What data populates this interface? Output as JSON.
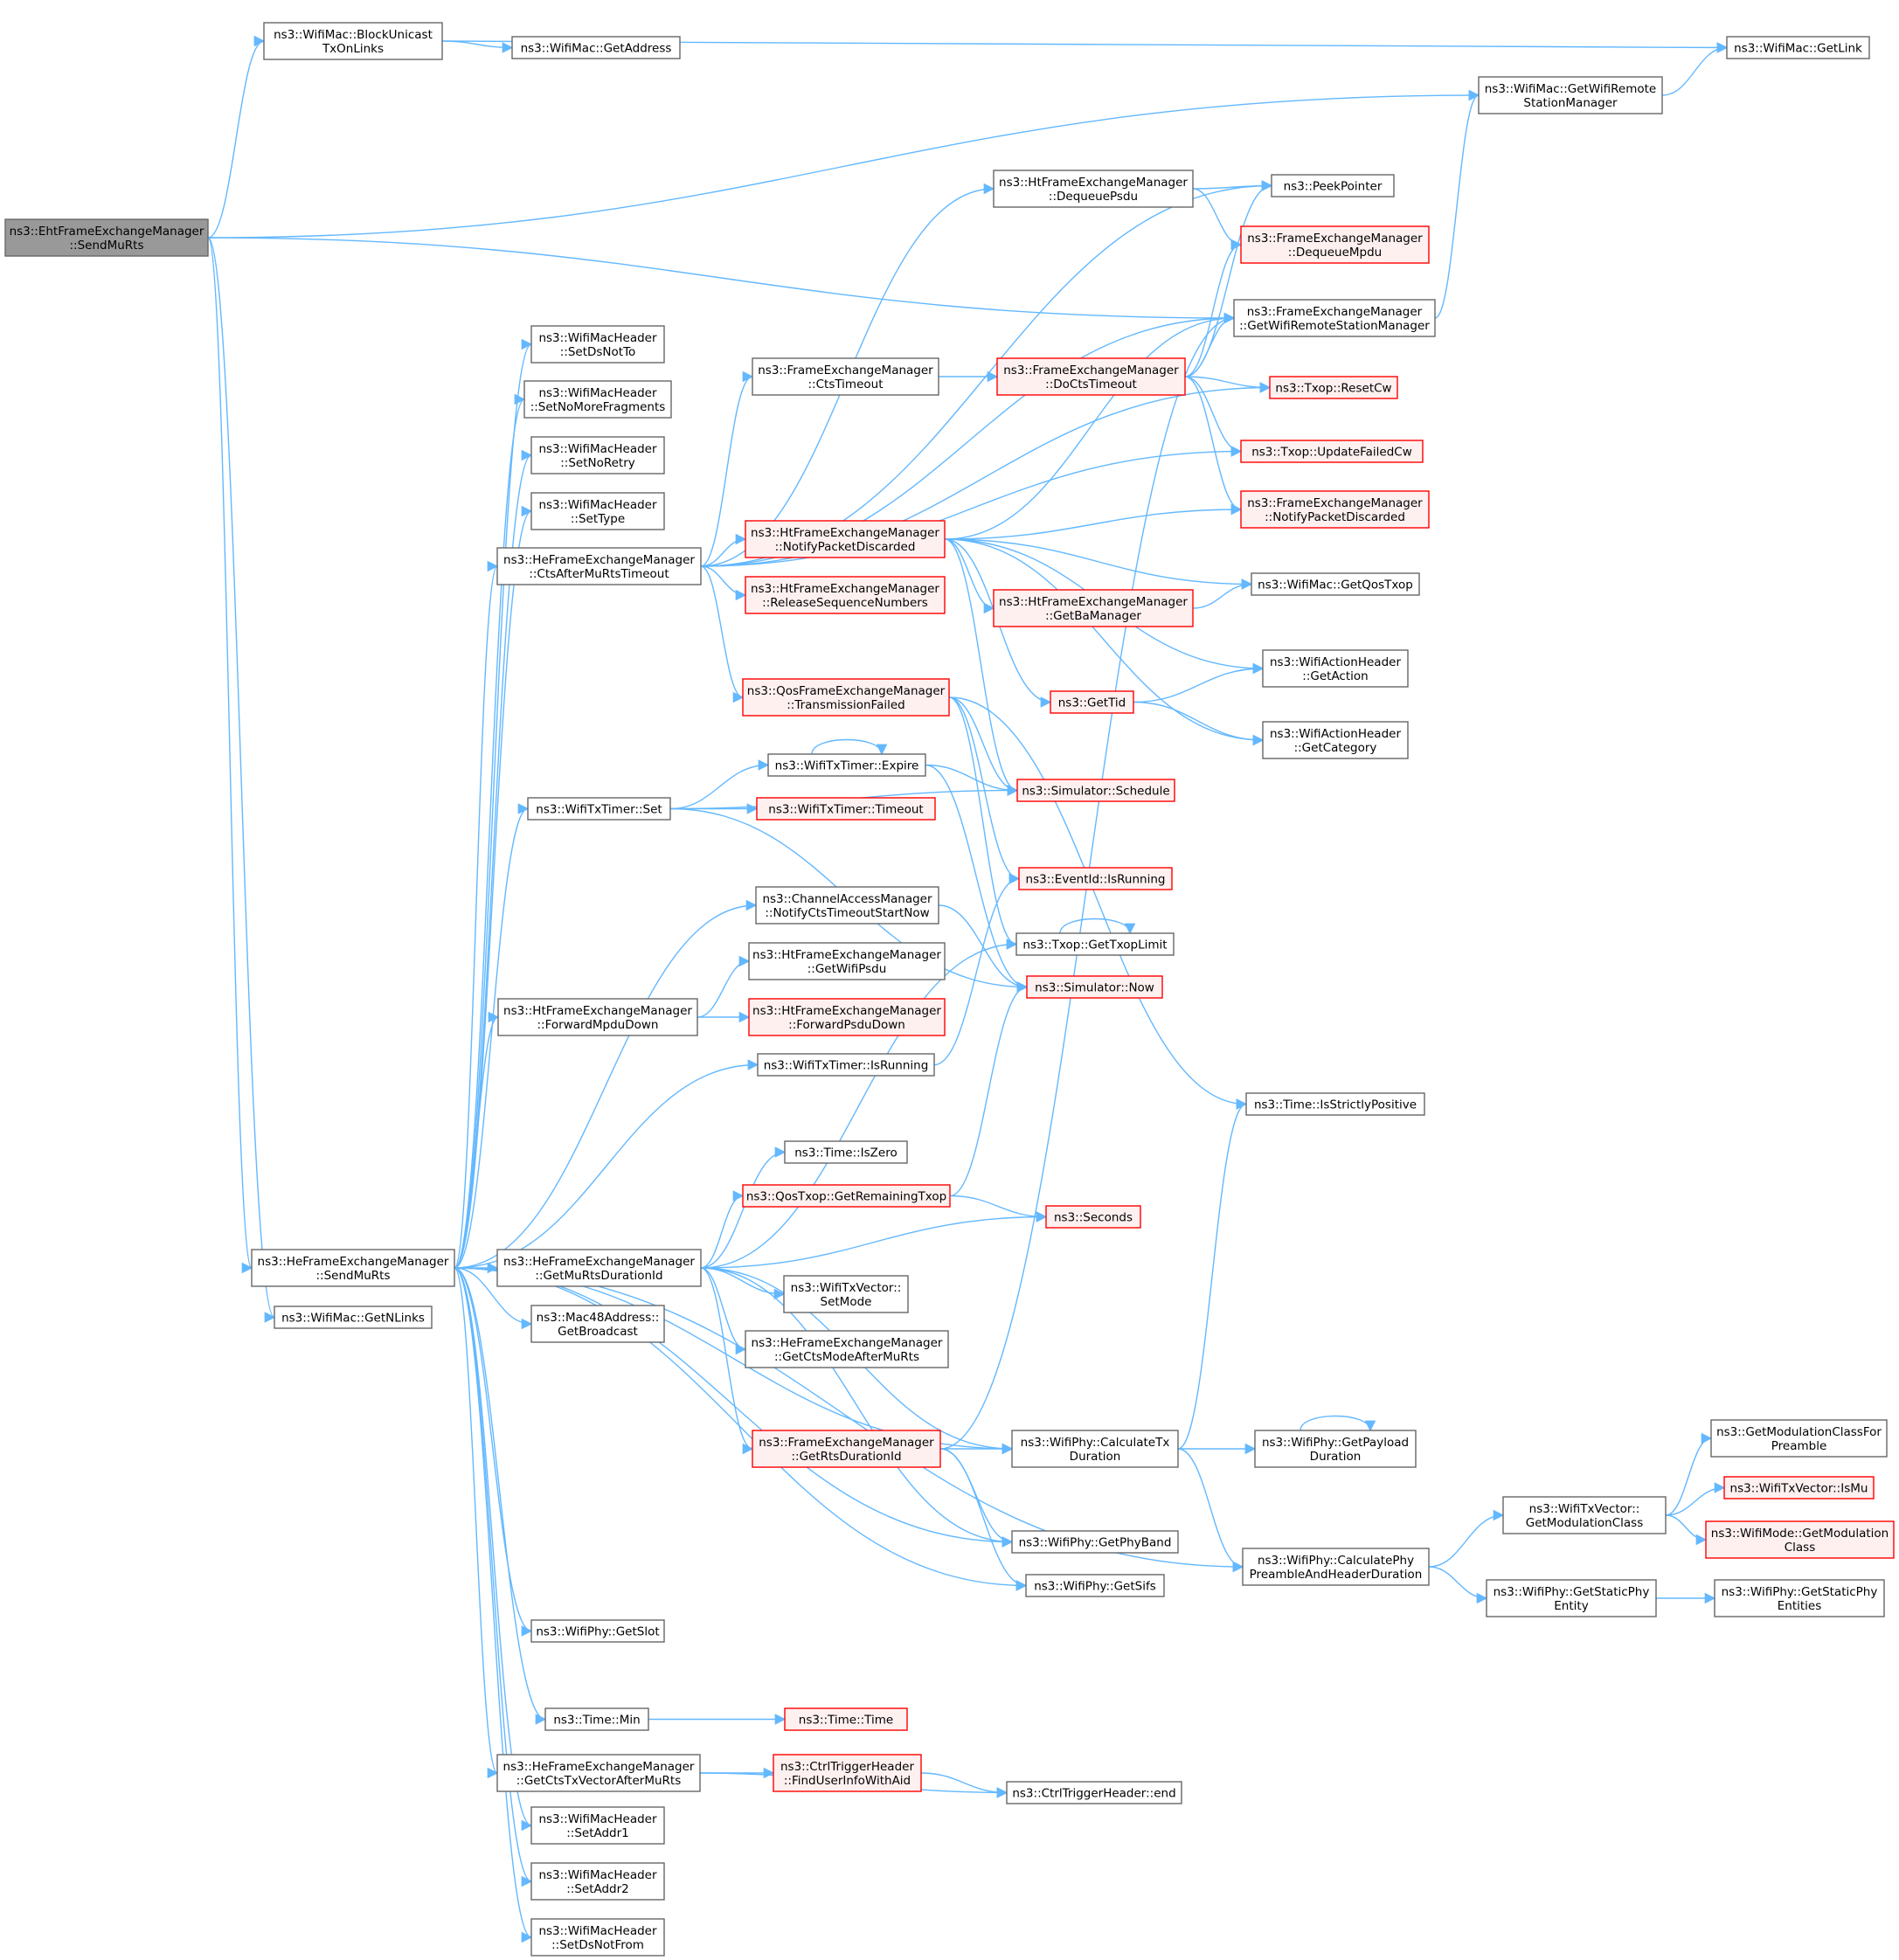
{
  "colors": {
    "root_fill": "#999999",
    "node_fill": "#ffffff",
    "node_stroke": "#666666",
    "truncated_fill": "#fff0f0",
    "truncated_stroke": "#ff0000",
    "edge": "#63b8ff"
  },
  "nodes": [
    {
      "id": "root",
      "lines": [
        "ns3::EhtFrameExchangeManager",
        "::SendMuRts"
      ],
      "style": "root"
    },
    {
      "id": "blockUnicast",
      "lines": [
        "ns3::WifiMac::BlockUnicast",
        "TxOnLinks"
      ],
      "style": "normal"
    },
    {
      "id": "getAddress",
      "lines": [
        "ns3::WifiMac::GetAddress"
      ],
      "style": "normal"
    },
    {
      "id": "getLink",
      "lines": [
        "ns3::WifiMac::GetLink"
      ],
      "style": "normal"
    },
    {
      "id": "macGetRsm",
      "lines": [
        "ns3::WifiMac::GetWifiRemote",
        "StationManager"
      ],
      "style": "normal"
    },
    {
      "id": "peekPointer",
      "lines": [
        "ns3::PeekPointer"
      ],
      "style": "normal"
    },
    {
      "id": "dequeuePsdu",
      "lines": [
        "ns3::HtFrameExchangeManager",
        "::DequeuePsdu"
      ],
      "style": "normal"
    },
    {
      "id": "dequeueMpdu",
      "lines": [
        "ns3::FrameExchangeManager",
        "::DequeueMpdu"
      ],
      "style": "truncated"
    },
    {
      "id": "femGetRsm",
      "lines": [
        "ns3::FrameExchangeManager",
        "::GetWifiRemoteStationManager"
      ],
      "style": "normal"
    },
    {
      "id": "setDsNotTo",
      "lines": [
        "ns3::WifiMacHeader",
        "::SetDsNotTo"
      ],
      "style": "normal"
    },
    {
      "id": "setNoMoreFrag",
      "lines": [
        "ns3::WifiMacHeader",
        "::SetNoMoreFragments"
      ],
      "style": "normal"
    },
    {
      "id": "setNoRetry",
      "lines": [
        "ns3::WifiMacHeader",
        "::SetNoRetry"
      ],
      "style": "normal"
    },
    {
      "id": "setType",
      "lines": [
        "ns3::WifiMacHeader",
        "::SetType"
      ],
      "style": "normal"
    },
    {
      "id": "ctsTimeout",
      "lines": [
        "ns3::FrameExchangeManager",
        "::CtsTimeout"
      ],
      "style": "normal"
    },
    {
      "id": "doCtsTimeout",
      "lines": [
        "ns3::FrameExchangeManager",
        "::DoCtsTimeout"
      ],
      "style": "truncated"
    },
    {
      "id": "resetCw",
      "lines": [
        "ns3::Txop::ResetCw"
      ],
      "style": "truncated"
    },
    {
      "id": "updateFailedCw",
      "lines": [
        "ns3::Txop::UpdateFailedCw"
      ],
      "style": "truncated"
    },
    {
      "id": "ctsAfterMuRtsTimeout",
      "lines": [
        "ns3::HeFrameExchangeManager",
        "::CtsAfterMuRtsTimeout"
      ],
      "style": "normal"
    },
    {
      "id": "htNotifyDiscarded",
      "lines": [
        "ns3::HtFrameExchangeManager",
        "::NotifyPacketDiscarded"
      ],
      "style": "truncated"
    },
    {
      "id": "femNotifyDiscarded",
      "lines": [
        "ns3::FrameExchangeManager",
        "::NotifyPacketDiscarded"
      ],
      "style": "truncated"
    },
    {
      "id": "releaseSeq",
      "lines": [
        "ns3::HtFrameExchangeManager",
        "::ReleaseSequenceNumbers"
      ],
      "style": "truncated"
    },
    {
      "id": "getQosTxop",
      "lines": [
        "ns3::WifiMac::GetQosTxop"
      ],
      "style": "normal"
    },
    {
      "id": "getBaManager",
      "lines": [
        "ns3::HtFrameExchangeManager",
        "::GetBaManager"
      ],
      "style": "truncated"
    },
    {
      "id": "getAction",
      "lines": [
        "ns3::WifiActionHeader",
        "::GetAction"
      ],
      "style": "normal"
    },
    {
      "id": "getTid",
      "lines": [
        "ns3::GetTid"
      ],
      "style": "truncated"
    },
    {
      "id": "getCategory",
      "lines": [
        "ns3::WifiActionHeader",
        "::GetCategory"
      ],
      "style": "normal"
    },
    {
      "id": "transmissionFailed",
      "lines": [
        "ns3::QosFrameExchangeManager",
        "::TransmissionFailed"
      ],
      "style": "truncated"
    },
    {
      "id": "expire",
      "lines": [
        "ns3::WifiTxTimer::Expire"
      ],
      "style": "normal"
    },
    {
      "id": "schedule",
      "lines": [
        "ns3::Simulator::Schedule"
      ],
      "style": "truncated"
    },
    {
      "id": "timerSet",
      "lines": [
        "ns3::WifiTxTimer::Set"
      ],
      "style": "normal"
    },
    {
      "id": "timerTimeout",
      "lines": [
        "ns3::WifiTxTimer::Timeout"
      ],
      "style": "truncated"
    },
    {
      "id": "eventIsRunning",
      "lines": [
        "ns3::EventId::IsRunning"
      ],
      "style": "truncated"
    },
    {
      "id": "notifyCtsStart",
      "lines": [
        "ns3::ChannelAccessManager",
        "::NotifyCtsTimeoutStartNow"
      ],
      "style": "normal"
    },
    {
      "id": "getTxopLimit",
      "lines": [
        "ns3::Txop::GetTxopLimit"
      ],
      "style": "normal"
    },
    {
      "id": "getWifiPsdu",
      "lines": [
        "ns3::HtFrameExchangeManager",
        "::GetWifiPsdu"
      ],
      "style": "normal"
    },
    {
      "id": "now",
      "lines": [
        "ns3::Simulator::Now"
      ],
      "style": "truncated"
    },
    {
      "id": "forwardMpduDown",
      "lines": [
        "ns3::HtFrameExchangeManager",
        "::ForwardMpduDown"
      ],
      "style": "normal"
    },
    {
      "id": "forwardPsduDown",
      "lines": [
        "ns3::HtFrameExchangeManager",
        "::ForwardPsduDown"
      ],
      "style": "truncated"
    },
    {
      "id": "timerIsRunning",
      "lines": [
        "ns3::WifiTxTimer::IsRunning"
      ],
      "style": "normal"
    },
    {
      "id": "isStrictlyPositive",
      "lines": [
        "ns3::Time::IsStrictlyPositive"
      ],
      "style": "normal"
    },
    {
      "id": "isZero",
      "lines": [
        "ns3::Time::IsZero"
      ],
      "style": "normal"
    },
    {
      "id": "getRemainingTxop",
      "lines": [
        "ns3::QosTxop::GetRemainingTxop"
      ],
      "style": "truncated"
    },
    {
      "id": "seconds",
      "lines": [
        "ns3::Seconds"
      ],
      "style": "truncated"
    },
    {
      "id": "heSendMuRts",
      "lines": [
        "ns3::HeFrameExchangeManager",
        "::SendMuRts"
      ],
      "style": "normal"
    },
    {
      "id": "getMuRtsDur",
      "lines": [
        "ns3::HeFrameExchangeManager",
        "::GetMuRtsDurationId"
      ],
      "style": "normal"
    },
    {
      "id": "setMode",
      "lines": [
        "ns3::WifiTxVector::",
        "SetMode"
      ],
      "style": "normal"
    },
    {
      "id": "getNLinks",
      "lines": [
        "ns3::WifiMac::GetNLinks"
      ],
      "style": "normal"
    },
    {
      "id": "getBroadcast",
      "lines": [
        "ns3::Mac48Address::",
        "GetBroadcast"
      ],
      "style": "normal"
    },
    {
      "id": "getCtsMode",
      "lines": [
        "ns3::HeFrameExchangeManager",
        "::GetCtsModeAfterMuRts"
      ],
      "style": "normal"
    },
    {
      "id": "getRtsDur",
      "lines": [
        "ns3::FrameExchangeManager",
        "::GetRtsDurationId"
      ],
      "style": "truncated"
    },
    {
      "id": "calcTxDur",
      "lines": [
        "ns3::WifiPhy::CalculateTx",
        "Duration"
      ],
      "style": "normal"
    },
    {
      "id": "getPayloadDur",
      "lines": [
        "ns3::WifiPhy::GetPayload",
        "Duration"
      ],
      "style": "normal"
    },
    {
      "id": "getModClassPreamble",
      "lines": [
        "ns3::GetModulationClassFor",
        "Preamble"
      ],
      "style": "normal"
    },
    {
      "id": "isMu",
      "lines": [
        "ns3::WifiTxVector::IsMu"
      ],
      "style": "truncated"
    },
    {
      "id": "txVecGetModClass",
      "lines": [
        "ns3::WifiTxVector::",
        "GetModulationClass"
      ],
      "style": "normal"
    },
    {
      "id": "modeGetModClass",
      "lines": [
        "ns3::WifiMode::GetModulation",
        "Class"
      ],
      "style": "truncated"
    },
    {
      "id": "getPhyBand",
      "lines": [
        "ns3::WifiPhy::GetPhyBand"
      ],
      "style": "normal"
    },
    {
      "id": "calcPreamble",
      "lines": [
        "ns3::WifiPhy::CalculatePhy",
        "PreambleAndHeaderDuration"
      ],
      "style": "normal"
    },
    {
      "id": "getSifs",
      "lines": [
        "ns3::WifiPhy::GetSifs"
      ],
      "style": "normal"
    },
    {
      "id": "getStaticPhyEntity",
      "lines": [
        "ns3::WifiPhy::GetStaticPhy",
        "Entity"
      ],
      "style": "normal"
    },
    {
      "id": "getStaticPhyEntities",
      "lines": [
        "ns3::WifiPhy::GetStaticPhy",
        "Entities"
      ],
      "style": "normal"
    },
    {
      "id": "getSlot",
      "lines": [
        "ns3::WifiPhy::GetSlot"
      ],
      "style": "normal"
    },
    {
      "id": "timeMin",
      "lines": [
        "ns3::Time::Min"
      ],
      "style": "normal"
    },
    {
      "id": "timeTime",
      "lines": [
        "ns3::Time::Time"
      ],
      "style": "truncated"
    },
    {
      "id": "getCtsTxVec",
      "lines": [
        "ns3::HeFrameExchangeManager",
        "::GetCtsTxVectorAfterMuRts"
      ],
      "style": "normal"
    },
    {
      "id": "findUserInfo",
      "lines": [
        "ns3::CtrlTriggerHeader",
        "::FindUserInfoWithAid"
      ],
      "style": "truncated"
    },
    {
      "id": "trigEnd",
      "lines": [
        "ns3::CtrlTriggerHeader::end"
      ],
      "style": "normal"
    },
    {
      "id": "setAddr1",
      "lines": [
        "ns3::WifiMacHeader",
        "::SetAddr1"
      ],
      "style": "normal"
    },
    {
      "id": "setAddr2",
      "lines": [
        "ns3::WifiMacHeader",
        "::SetAddr2"
      ],
      "style": "normal"
    },
    {
      "id": "setDsNotFrom",
      "lines": [
        "ns3::WifiMacHeader",
        "::SetDsNotFrom"
      ],
      "style": "normal"
    }
  ],
  "edges": [
    [
      "root",
      "blockUnicast"
    ],
    [
      "root",
      "macGetRsm"
    ],
    [
      "root",
      "femGetRsm"
    ],
    [
      "root",
      "heSendMuRts"
    ],
    [
      "root",
      "getNLinks"
    ],
    [
      "blockUnicast",
      "getAddress"
    ],
    [
      "blockUnicast",
      "getLink"
    ],
    [
      "macGetRsm",
      "getLink"
    ],
    [
      "femGetRsm",
      "macGetRsm"
    ],
    [
      "dequeuePsdu",
      "peekPointer"
    ],
    [
      "dequeuePsdu",
      "dequeueMpdu"
    ],
    [
      "ctsTimeout",
      "doCtsTimeout"
    ],
    [
      "doCtsTimeout",
      "peekPointer"
    ],
    [
      "doCtsTimeout",
      "dequeueMpdu"
    ],
    [
      "doCtsTimeout",
      "femGetRsm"
    ],
    [
      "doCtsTimeout",
      "resetCw"
    ],
    [
      "doCtsTimeout",
      "updateFailedCw"
    ],
    [
      "doCtsTimeout",
      "femNotifyDiscarded"
    ],
    [
      "ctsAfterMuRtsTimeout",
      "peekPointer"
    ],
    [
      "ctsAfterMuRtsTimeout",
      "dequeuePsdu"
    ],
    [
      "ctsAfterMuRtsTimeout",
      "femGetRsm"
    ],
    [
      "ctsAfterMuRtsTimeout",
      "ctsTimeout"
    ],
    [
      "ctsAfterMuRtsTimeout",
      "resetCw"
    ],
    [
      "ctsAfterMuRtsTimeout",
      "updateFailedCw"
    ],
    [
      "ctsAfterMuRtsTimeout",
      "htNotifyDiscarded"
    ],
    [
      "ctsAfterMuRtsTimeout",
      "releaseSeq"
    ],
    [
      "ctsAfterMuRtsTimeout",
      "transmissionFailed"
    ],
    [
      "htNotifyDiscarded",
      "femGetRsm"
    ],
    [
      "htNotifyDiscarded",
      "femNotifyDiscarded"
    ],
    [
      "htNotifyDiscarded",
      "getQosTxop"
    ],
    [
      "htNotifyDiscarded",
      "getBaManager"
    ],
    [
      "htNotifyDiscarded",
      "getAction"
    ],
    [
      "htNotifyDiscarded",
      "getTid"
    ],
    [
      "htNotifyDiscarded",
      "getCategory"
    ],
    [
      "htNotifyDiscarded",
      "schedule"
    ],
    [
      "getBaManager",
      "getQosTxop"
    ],
    [
      "getTid",
      "getAction"
    ],
    [
      "getTid",
      "getCategory"
    ],
    [
      "transmissionFailed",
      "schedule"
    ],
    [
      "transmissionFailed",
      "eventIsRunning"
    ],
    [
      "transmissionFailed",
      "getTxopLimit"
    ],
    [
      "transmissionFailed",
      "isStrictlyPositive"
    ],
    [
      "expire",
      "expire"
    ],
    [
      "expire",
      "schedule"
    ],
    [
      "expire",
      "now"
    ],
    [
      "timerSet",
      "expire"
    ],
    [
      "timerSet",
      "timerTimeout"
    ],
    [
      "timerSet",
      "schedule"
    ],
    [
      "timerSet",
      "now"
    ],
    [
      "getTxopLimit",
      "getTxopLimit"
    ],
    [
      "notifyCtsStart",
      "now"
    ],
    [
      "timerIsRunning",
      "eventIsRunning"
    ],
    [
      "forwardMpduDown",
      "getWifiPsdu"
    ],
    [
      "forwardMpduDown",
      "forwardPsduDown"
    ],
    [
      "getRemainingTxop",
      "now"
    ],
    [
      "getRemainingTxop",
      "seconds"
    ],
    [
      "heSendMuRts",
      "setDsNotTo"
    ],
    [
      "heSendMuRts",
      "setNoMoreFrag"
    ],
    [
      "heSendMuRts",
      "setNoRetry"
    ],
    [
      "heSendMuRts",
      "setType"
    ],
    [
      "heSendMuRts",
      "ctsAfterMuRtsTimeout"
    ],
    [
      "heSendMuRts",
      "timerSet"
    ],
    [
      "heSendMuRts",
      "notifyCtsStart"
    ],
    [
      "heSendMuRts",
      "forwardMpduDown"
    ],
    [
      "heSendMuRts",
      "timerIsRunning"
    ],
    [
      "heSendMuRts",
      "getMuRtsDur"
    ],
    [
      "heSendMuRts",
      "getBroadcast"
    ],
    [
      "heSendMuRts",
      "calcTxDur"
    ],
    [
      "heSendMuRts",
      "getPhyBand"
    ],
    [
      "heSendMuRts",
      "calcPreamble"
    ],
    [
      "heSendMuRts",
      "getSifs"
    ],
    [
      "heSendMuRts",
      "getSlot"
    ],
    [
      "heSendMuRts",
      "timeMin"
    ],
    [
      "heSendMuRts",
      "getCtsTxVec"
    ],
    [
      "heSendMuRts",
      "setAddr1"
    ],
    [
      "heSendMuRts",
      "setAddr2"
    ],
    [
      "heSendMuRts",
      "setDsNotFrom"
    ],
    [
      "getMuRtsDur",
      "isZero"
    ],
    [
      "getMuRtsDur",
      "getRemainingTxop"
    ],
    [
      "getMuRtsDur",
      "seconds"
    ],
    [
      "getMuRtsDur",
      "getTxopLimit"
    ],
    [
      "getMuRtsDur",
      "setMode"
    ],
    [
      "getMuRtsDur",
      "getCtsMode"
    ],
    [
      "getMuRtsDur",
      "getRtsDur"
    ],
    [
      "getMuRtsDur",
      "calcTxDur"
    ],
    [
      "getMuRtsDur",
      "getPhyBand"
    ],
    [
      "getRtsDur",
      "femGetRsm"
    ],
    [
      "getRtsDur",
      "calcTxDur"
    ],
    [
      "getRtsDur",
      "getPhyBand"
    ],
    [
      "getRtsDur",
      "getSifs"
    ],
    [
      "calcTxDur",
      "getPayloadDur"
    ],
    [
      "calcTxDur",
      "calcPreamble"
    ],
    [
      "calcTxDur",
      "isStrictlyPositive"
    ],
    [
      "getPayloadDur",
      "getPayloadDur"
    ],
    [
      "calcPreamble",
      "txVecGetModClass"
    ],
    [
      "calcPreamble",
      "getStaticPhyEntity"
    ],
    [
      "txVecGetModClass",
      "getModClassPreamble"
    ],
    [
      "txVecGetModClass",
      "isMu"
    ],
    [
      "txVecGetModClass",
      "modeGetModClass"
    ],
    [
      "getStaticPhyEntity",
      "getStaticPhyEntities"
    ],
    [
      "timeMin",
      "timeTime"
    ],
    [
      "getCtsTxVec",
      "findUserInfo"
    ],
    [
      "getCtsTxVec",
      "trigEnd"
    ],
    [
      "findUserInfo",
      "trigEnd"
    ]
  ]
}
